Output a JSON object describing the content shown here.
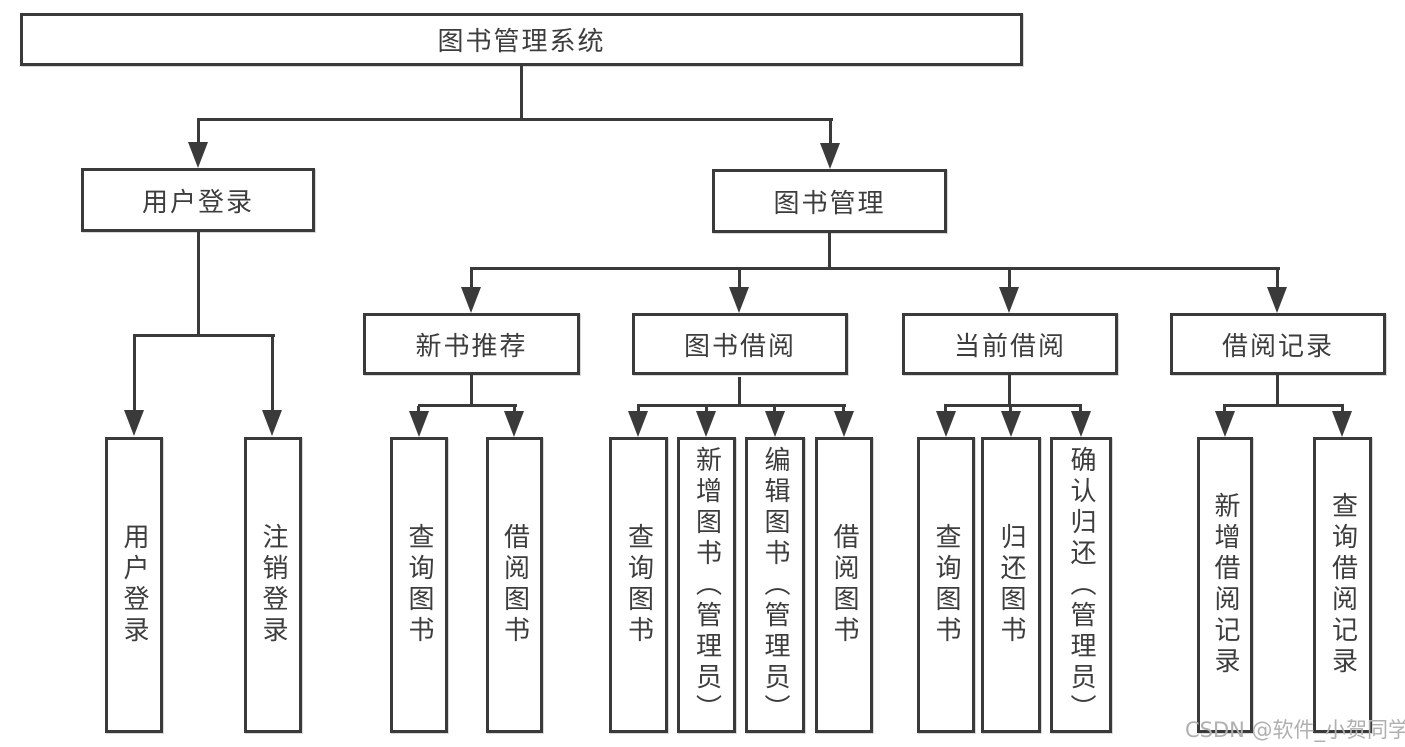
{
  "diagram": {
    "title": "图书管理系统",
    "root": {
      "label": "图书管理系统"
    },
    "level2": [
      {
        "id": "user-login",
        "label": "用户登录"
      },
      {
        "id": "book-management",
        "label": "图书管理"
      }
    ],
    "level3": [
      {
        "id": "new-book-recommend",
        "label": "新书推荐"
      },
      {
        "id": "book-borrow",
        "label": "图书借阅"
      },
      {
        "id": "current-borrow",
        "label": "当前借阅"
      },
      {
        "id": "borrow-record",
        "label": "借阅记录"
      }
    ],
    "leaves": {
      "user_login": [
        {
          "label": "用户登录"
        },
        {
          "label": "注销登录"
        }
      ],
      "new_book": [
        {
          "label": "查询图书"
        },
        {
          "label": "借阅图书"
        }
      ],
      "book_borrow": [
        {
          "label": "查询图书"
        },
        {
          "label": "新增图书（管理员）"
        },
        {
          "label": "编辑图书（管理员）"
        },
        {
          "label": "借阅图书"
        }
      ],
      "current_borrow": [
        {
          "label": "查询图书"
        },
        {
          "label": "归还图书"
        },
        {
          "label": "确认归还（管理员）"
        }
      ],
      "borrow_record": [
        {
          "label": "新增借阅记录"
        },
        {
          "label": "查询借阅记录"
        }
      ]
    }
  },
  "watermark": {
    "text": "CSDN @软件_小贺同学"
  },
  "colors": {
    "line": "#3a3a3a",
    "text": "#3d3d3d",
    "watermark": "#b0b0b0",
    "background": "#ffffff"
  }
}
